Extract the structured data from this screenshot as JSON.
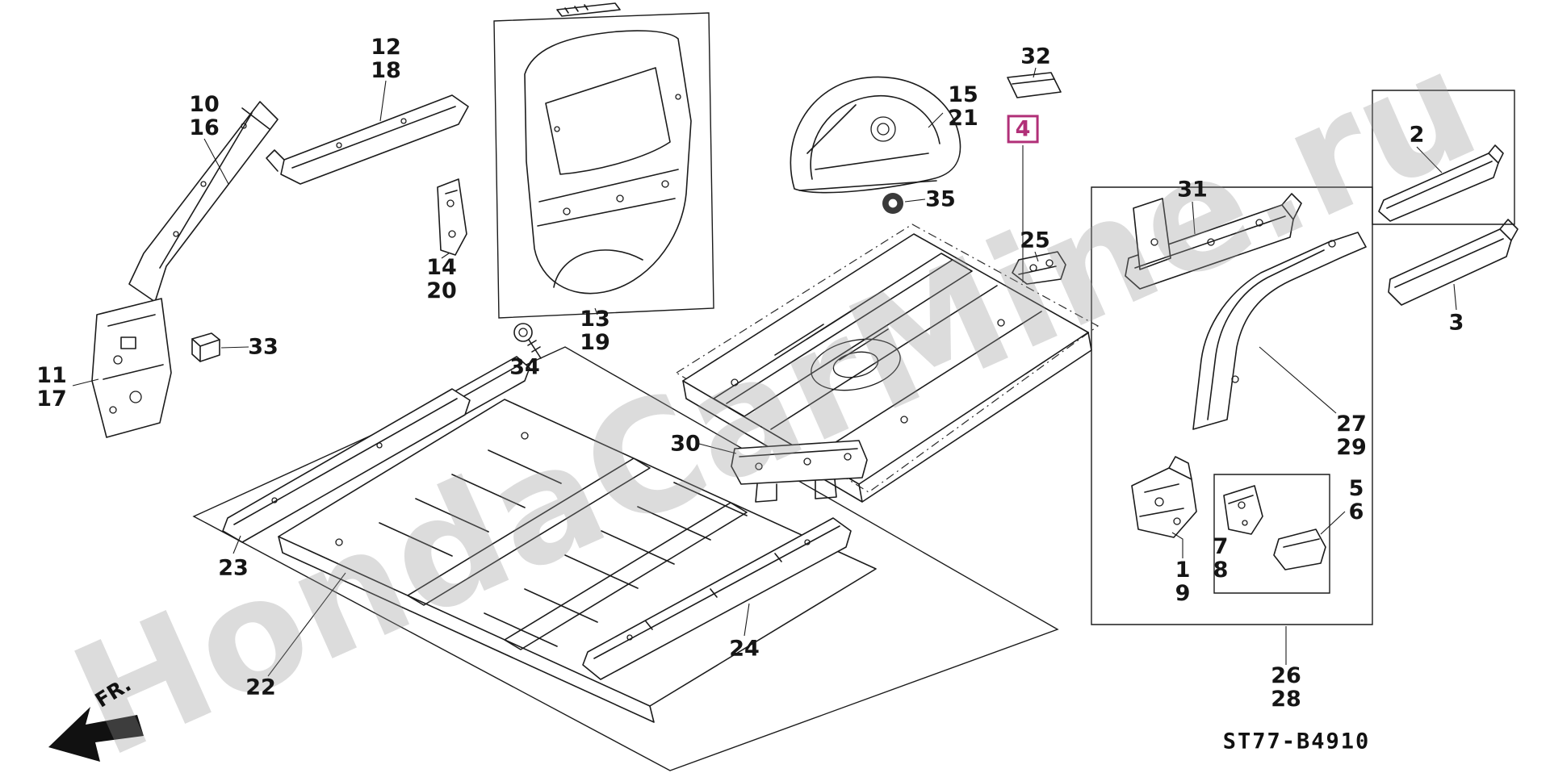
{
  "watermark": {
    "text": "HondaCarMine.ru"
  },
  "diagram_code": "ST77-B4910",
  "fr_label": "FR.",
  "highlight_color": "#b13078",
  "callouts": {
    "c10_16": [
      "10",
      "16"
    ],
    "c12_18": [
      "12",
      "18"
    ],
    "c11_17": [
      "11",
      "17"
    ],
    "c14_20": [
      "14",
      "20"
    ],
    "c13_19": [
      "13",
      "19"
    ],
    "c15_21": [
      "15",
      "21"
    ],
    "c33": [
      "33"
    ],
    "c34": [
      "34"
    ],
    "c32": [
      "32"
    ],
    "c4": [
      "4"
    ],
    "c35": [
      "35"
    ],
    "c25": [
      "25"
    ],
    "c31": [
      "31"
    ],
    "c2": [
      "2"
    ],
    "c3": [
      "3"
    ],
    "c30": [
      "30"
    ],
    "c27_29": [
      "27",
      "29"
    ],
    "c5_6": [
      "5",
      "6"
    ],
    "c7_8": [
      "7",
      "8"
    ],
    "c1_9": [
      "1",
      "9"
    ],
    "c23": [
      "23"
    ],
    "c22": [
      "22"
    ],
    "c24": [
      "24"
    ],
    "c26_28": [
      "26",
      "28"
    ]
  }
}
